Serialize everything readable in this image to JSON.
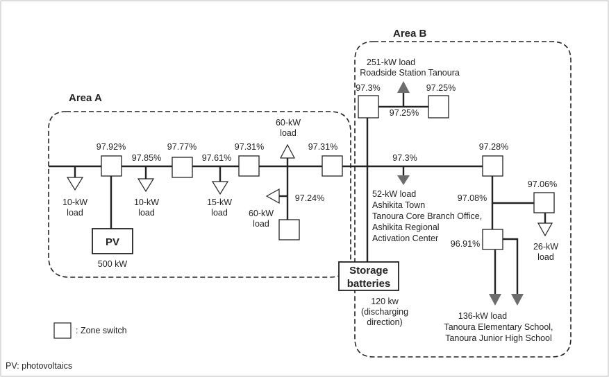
{
  "areas": {
    "a": "Area A",
    "b": "Area B"
  },
  "percentages": {
    "p9792": "97.92%",
    "p9785": "97.85%",
    "p9777": "97.77%",
    "p9761": "97.61%",
    "p9731a": "97.31%",
    "p9731b": "97.31%",
    "p9724": "97.24%",
    "p973main": "97.3%",
    "p973b": "97.3%",
    "p9725r": "97.25%",
    "p9725c": "97.25%",
    "p9728": "97.28%",
    "p9708": "97.08%",
    "p9706": "97.06%",
    "p9691": "96.91%"
  },
  "loads": {
    "l10a": [
      "10-kW",
      "load"
    ],
    "l10b": [
      "10-kW",
      "load"
    ],
    "l15": [
      "15-kW",
      "load"
    ],
    "l60up": [
      "60-kW",
      "load"
    ],
    "l60left": [
      "60-kW",
      "load"
    ],
    "l26": [
      "26-kW",
      "load"
    ],
    "l251": [
      "251-kW load",
      "Roadside Station Tanoura"
    ],
    "l52": [
      "52-kW load",
      "Ashikita Town",
      "Tanoura Core Branch Office,",
      "Ashikita Regional",
      "Activation Center"
    ],
    "l136": [
      "136-kW load",
      "Tanoura Elementary School,",
      "Tanoura Junior High School"
    ]
  },
  "pv": {
    "label": "PV",
    "rating": "500 kW"
  },
  "storage": {
    "label": [
      "Storage",
      "batteries"
    ],
    "rating": [
      "120 kw",
      "(discharging",
      "direction)"
    ]
  },
  "legend": {
    "zone_switch": ": Zone switch"
  },
  "footnote": "PV: photovoltaics",
  "colors": {
    "line": "#222222",
    "load_arrow": "#6d6d6d",
    "frame": "#bbbbbb"
  }
}
